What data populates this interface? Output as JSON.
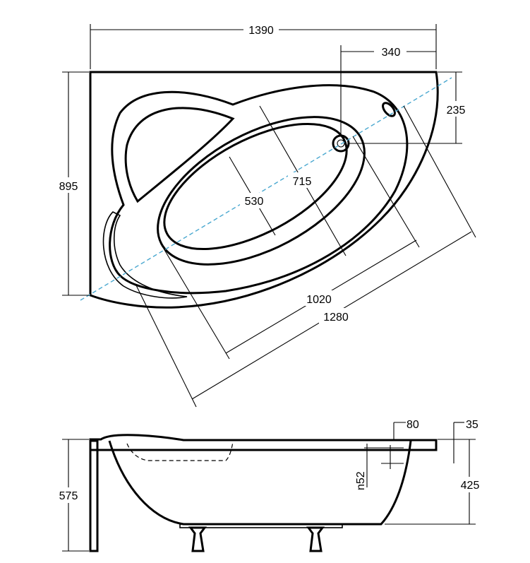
{
  "plan_view": {
    "dimensions": {
      "width_total": "1390",
      "drain_offset": "340",
      "depth_total": "895",
      "drain_depth_offset": "235",
      "inner_width": "715",
      "bottom_width": "530",
      "inner_length": "1020",
      "total_length": "1280"
    }
  },
  "side_view": {
    "dimensions": {
      "rim_width": "80",
      "rim_thickness": "35",
      "total_height": "575",
      "inner_depth": "425",
      "overflow_label": "n52"
    }
  },
  "colors": {
    "outline": "#000000",
    "axis_line": "#4aa8d0",
    "background": "#ffffff"
  }
}
